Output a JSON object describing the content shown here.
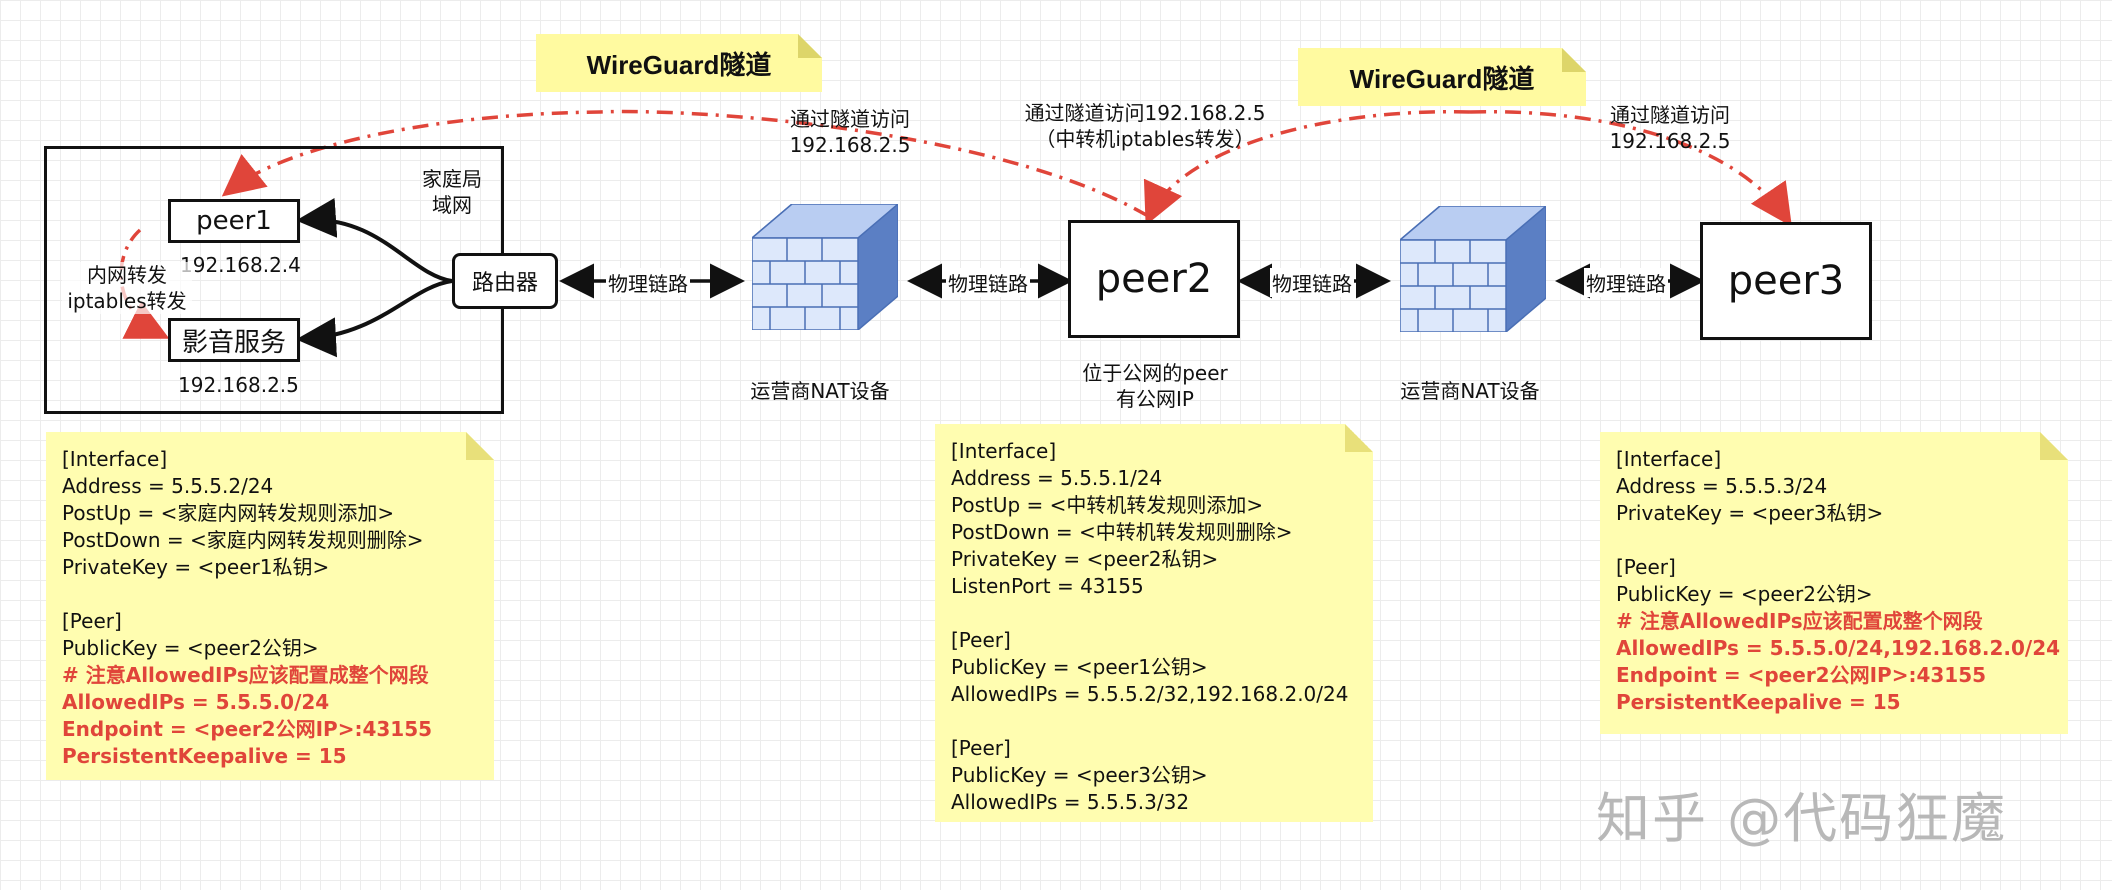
{
  "tunnel_tags": [
    "WireGuard隧道",
    "WireGuard隧道"
  ],
  "home": {
    "title": "家庭局\n域网",
    "peer1": {
      "label": "peer1",
      "ip": "192.168.2.4"
    },
    "media": {
      "label": "影音服务",
      "ip": "192.168.2.5"
    },
    "forward_note": "内网转发\niptables转发",
    "router": "路由器"
  },
  "link_label": "物理链路",
  "nat_label": "运营商NAT设备",
  "peer2": {
    "label": "peer2",
    "caption": "位于公网的peer\n有公网IP"
  },
  "peer3": {
    "label": "peer3"
  },
  "tunnel_labels": {
    "left": "通过隧道访问\n192.168.2.5",
    "middle": "通过隧道访问192.168.2.5\n（中转机iptables转发）",
    "right": "通过隧道访问\n192.168.2.5"
  },
  "notes": {
    "peer1": [
      {
        "t": "[Interface]"
      },
      {
        "t": "Address = 5.5.5.2/24"
      },
      {
        "t": "PostUp = <家庭内网转发规则添加>"
      },
      {
        "t": "PostDown = <家庭内网转发规则删除>"
      },
      {
        "t": "PrivateKey = <peer1私钥>"
      },
      {
        "t": ""
      },
      {
        "t": "[Peer]"
      },
      {
        "t": "PublicKey = <peer2公钥>"
      },
      {
        "t": "# 注意AllowedIPs应该配置成整个网段",
        "red": true
      },
      {
        "t": "AllowedIPs = 5.5.5.0/24",
        "red": true
      },
      {
        "t": "Endpoint = <peer2公网IP>:43155",
        "red": true
      },
      {
        "t": "PersistentKeepalive = 15",
        "red": true
      }
    ],
    "peer2": [
      {
        "t": "[Interface]"
      },
      {
        "t": "Address = 5.5.5.1/24"
      },
      {
        "t": "PostUp = <中转机转发规则添加>"
      },
      {
        "t": "PostDown = <中转机转发规则删除>"
      },
      {
        "t": "PrivateKey = <peer2私钥>"
      },
      {
        "t": "ListenPort = 43155"
      },
      {
        "t": ""
      },
      {
        "t": "[Peer]"
      },
      {
        "t": "PublicKey = <peer1公钥>"
      },
      {
        "t": "AllowedIPs = 5.5.5.2/32,192.168.2.0/24"
      },
      {
        "t": ""
      },
      {
        "t": "[Peer]"
      },
      {
        "t": "PublicKey = <peer3公钥>"
      },
      {
        "t": "AllowedIPs = 5.5.5.3/32"
      }
    ],
    "peer3": [
      {
        "t": "[Interface]"
      },
      {
        "t": "Address = 5.5.5.3/24"
      },
      {
        "t": "PrivateKey = <peer3私钥>"
      },
      {
        "t": ""
      },
      {
        "t": "[Peer]"
      },
      {
        "t": "PublicKey = <peer2公钥>"
      },
      {
        "t": "# 注意AllowedIPs应该配置成整个网段",
        "red": true
      },
      {
        "t": "AllowedIPs = 5.5.5.0/24,192.168.2.0/24",
        "red": true
      },
      {
        "t": "Endpoint = <peer2公网IP>:43155",
        "red": true
      },
      {
        "t": "PersistentKeepalive = 15",
        "red": true
      }
    ]
  },
  "watermark": "知乎 @代码狂魔",
  "colors": {
    "tunnel_arrow": "#e0453a",
    "note_bg": "#fffdb0",
    "firewall_light": "#dde8fb",
    "firewall_dark": "#5b7fc4"
  }
}
